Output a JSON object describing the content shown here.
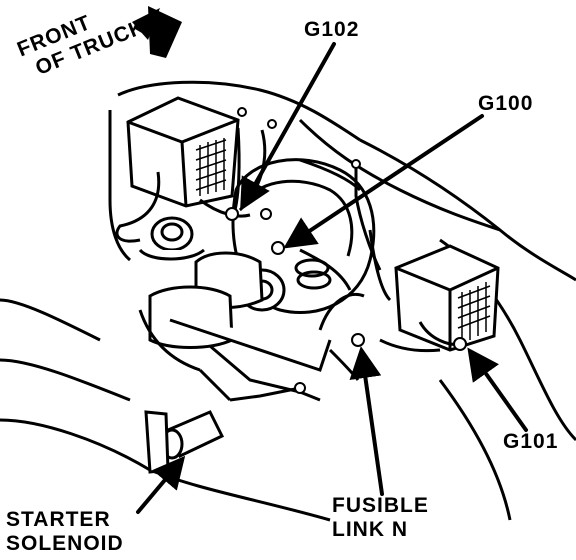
{
  "labels": {
    "front_of_truck": {
      "line1": "FRONT",
      "line2": "OF TRUCK"
    },
    "g102": "G102",
    "g100": "G100",
    "g101": "G101",
    "fusible_link": {
      "line1": "FUSIBLE",
      "line2": "LINK N"
    },
    "starter_solenoid": {
      "line1": "STARTER",
      "line2": "SOLENOID"
    }
  },
  "colors": {
    "ink": "#000000",
    "paper": "#ffffff"
  },
  "icons": {
    "direction_arrow": "front-direction-arrow-icon",
    "callout_arrow": "callout-arrow-icon"
  }
}
